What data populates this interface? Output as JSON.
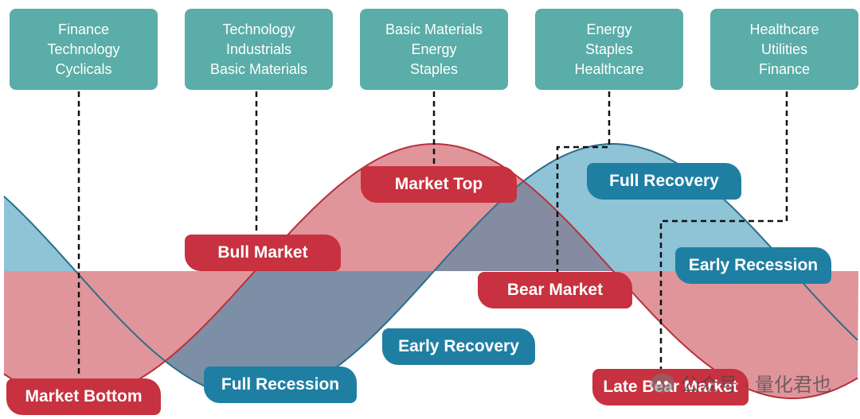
{
  "colors": {
    "bull_fill": "#e0959b",
    "bull_stroke": "#b8303d",
    "bear_fill": "#8fc3d6",
    "bear_stroke": "#2a6f8c",
    "overlap_fill": "#7b8aa1",
    "sector_box": "#5aada8",
    "phase_red": "#c8313f",
    "phase_blue": "#1f7fa3",
    "dashed": "#111111"
  },
  "sector_boxes": [
    {
      "lines": [
        "Finance",
        "Technology",
        "Cyclicals"
      ]
    },
    {
      "lines": [
        "Technology",
        "Industrials",
        "Basic Materials"
      ]
    },
    {
      "lines": [
        "Basic Materials",
        "Energy",
        "Staples"
      ]
    },
    {
      "lines": [
        "Energy",
        "Staples",
        "Healthcare"
      ]
    },
    {
      "lines": [
        "Healthcare",
        "Utilities",
        "Finance"
      ]
    }
  ],
  "phases": {
    "market_bottom": "Market Bottom",
    "full_recession": "Full Recession",
    "bull_market": "Bull Market",
    "early_recovery": "Early Recovery",
    "market_top": "Market Top",
    "bear_market": "Bear Market",
    "full_recovery": "Full Recovery",
    "early_recession": "Early Recession",
    "late_bear_market": "Late Bear Market"
  },
  "watermark": {
    "text": "公众号 · 量化君也",
    "icon": "wechat-icon"
  }
}
